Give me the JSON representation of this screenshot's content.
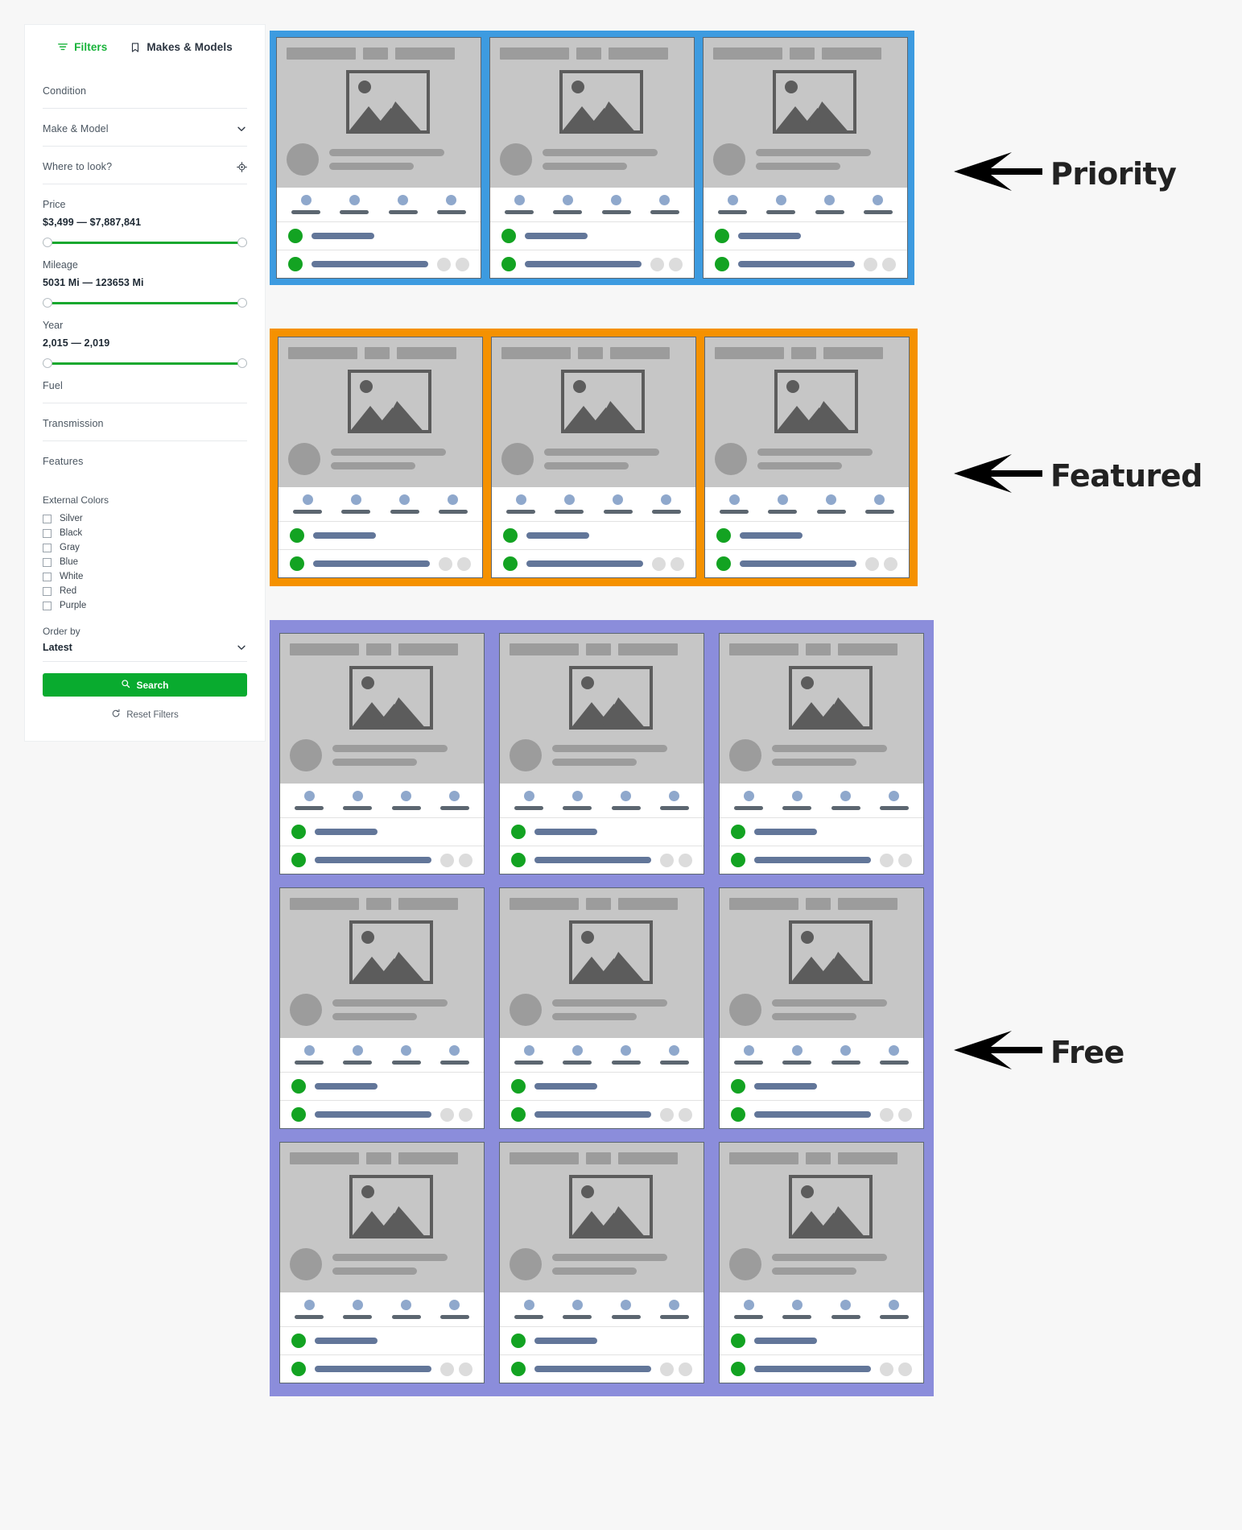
{
  "sidebar": {
    "tabs": [
      {
        "label": "Filters",
        "icon": "filter-icon",
        "active": true
      },
      {
        "label": "Makes & Models",
        "icon": "bookmark-icon",
        "active": false
      }
    ],
    "groups": [
      {
        "label": "Condition",
        "icon": null
      },
      {
        "label": "Make & Model",
        "icon": "chevron-down-icon"
      },
      {
        "label": "Where to look?",
        "icon": "target-icon"
      }
    ],
    "ranges": [
      {
        "title": "Price",
        "value": "$3,499 — $7,887,841"
      },
      {
        "title": "Mileage",
        "value": "5031 Mi — 123653 Mi"
      },
      {
        "title": "Year",
        "value": "2,015 — 2,019"
      }
    ],
    "groups2": [
      {
        "label": "Fuel"
      },
      {
        "label": "Transmission"
      }
    ],
    "features_label": "Features",
    "colors_label": "External Colors",
    "colors": [
      {
        "label": "Silver",
        "checked": false
      },
      {
        "label": "Black",
        "checked": false
      },
      {
        "label": "Gray",
        "checked": false
      },
      {
        "label": "Blue",
        "checked": false
      },
      {
        "label": "White",
        "checked": false
      },
      {
        "label": "Red",
        "checked": false
      },
      {
        "label": "Purple",
        "checked": false
      }
    ],
    "order_label": "Order by",
    "order_value": "Latest",
    "search_label": "Search",
    "search_icon": "magnifier-icon",
    "reset_label": "Reset Filters",
    "reset_icon": "refresh-icon"
  },
  "tiers": [
    {
      "name": "Priority",
      "color": "#3d9be0",
      "rows": 1,
      "cols": 3,
      "annotation": "Priority"
    },
    {
      "name": "Featured",
      "color": "#f59100",
      "rows": 1,
      "cols": 3,
      "annotation": "Featured"
    },
    {
      "name": "Free",
      "color": "#8b8ddb",
      "rows": 3,
      "cols": 3,
      "annotation": "Free"
    }
  ],
  "card": {
    "placeholder_image_icon": "image-placeholder-icon",
    "avatar_icon": "avatar-circle",
    "spec_count": 4,
    "gray_action_count": 2
  },
  "colors": {
    "accent_green": "#09ab2f",
    "priority_blue": "#3d9be0",
    "featured_orange": "#f59100",
    "free_purple": "#8b8ddb",
    "skeleton_gray": "#c6c6c6",
    "spec_blue": "#8fa8cc",
    "bar_blue": "#627699",
    "page_bg": "#f7f7f7"
  }
}
